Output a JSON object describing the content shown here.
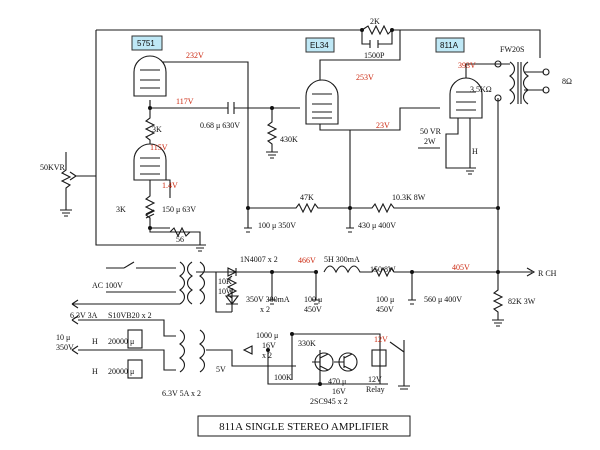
{
  "tubes": {
    "t5751": "5751",
    "el34": "EL34",
    "t811a": "811A"
  },
  "voltages": {
    "v232": "232V",
    "v117": "117V",
    "v115": "115V",
    "v1_4": "1.4V",
    "v253": "253V",
    "v23": "23V",
    "v393": "393V",
    "v466": "466V",
    "v405": "405V",
    "v12": "12V"
  },
  "components": {
    "r2k": "2K",
    "c1500": "1500P",
    "cap068": "0.68 μ 630V",
    "r3k_top": "3K",
    "r3k_bot": "3K",
    "r430k": "430K",
    "c150": "150 μ 63V",
    "r56": "56",
    "pot": "50KVR",
    "r47k": "47K",
    "c100_350": "100 μ 350V",
    "c430_400": "430 μ 400V",
    "r10_3k": "10.3K 8W",
    "vr50": "50 VR",
    "vr2w": "2W",
    "h_fil": "H",
    "r3_5k": "3.5KΩ",
    "xfmr": "FW20S",
    "spk": "8Ω",
    "rch": "R CH",
    "r82k": "82K 3W",
    "diode": "1N4007 x 2",
    "choke": "5H 300mA",
    "r150": "150 8W",
    "c560": "560 μ 400V",
    "r10k": "10K",
    "r10w": "10W",
    "f350": "350V 300mA",
    "x2a": "x 2",
    "c100a": "100 μ",
    "c450a": "450V",
    "c100b": "100 μ",
    "c450b": "450V",
    "ac": "AC 100V",
    "fil63": "6.3V 3A",
    "bridge": "S10VB20 x 2",
    "c10u": "10 μ",
    "c350v": "350V",
    "h1": "H",
    "c20000a": "20000 μ",
    "h2": "H",
    "c20000b": "20000 μ",
    "fil635": "6.3V 5A x 2",
    "c1000": "1000 μ",
    "c16v": "16V",
    "x2b": "x 2",
    "r330k": "330K",
    "r100k": "100K",
    "c470": "470 μ",
    "c16v2": "16V",
    "v5": "5V",
    "relay12": "12V",
    "relay": "Relay",
    "tr": "2SC945 x 2"
  },
  "title": "811A SINGLE STEREO AMPLIFIER"
}
